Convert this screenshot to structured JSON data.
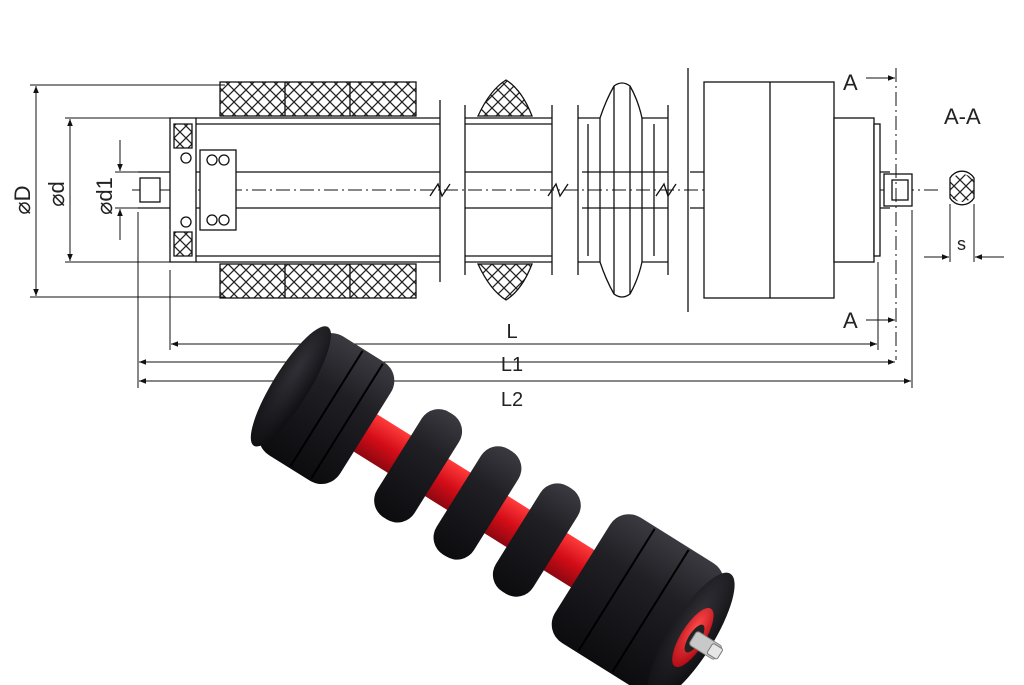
{
  "drawing": {
    "dimensions": {
      "outer_diameter": "⌀D",
      "tube_diameter": "⌀d",
      "shaft_diameter": "⌀d1",
      "length_L": "L",
      "length_L1": "L1",
      "length_L2": "L2",
      "section_mark_top": "A",
      "section_mark_bottom": "A",
      "section_title": "A-A",
      "flat_width": "s"
    }
  },
  "photo": {
    "colors": {
      "rubber": "#1b1b1e",
      "tube": "#d8101c",
      "shaft": "#c8c8c8"
    }
  }
}
